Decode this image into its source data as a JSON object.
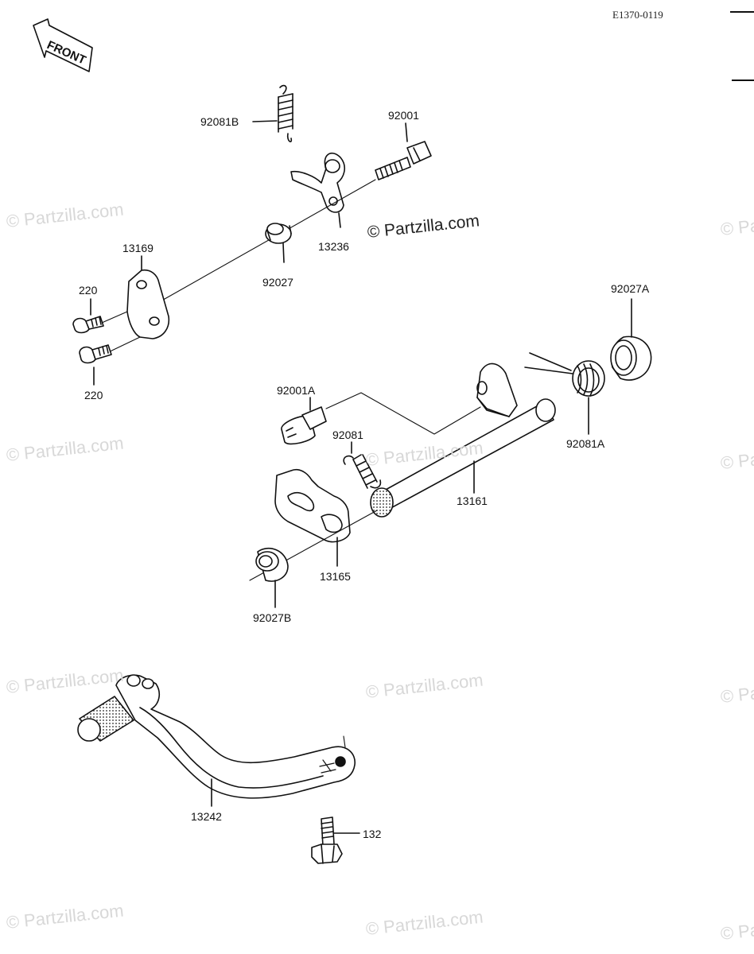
{
  "diagram": {
    "code": "E1370-0119",
    "front_label": "FRONT",
    "watermark_main": "© Partzilla.com",
    "watermark": "© Partzilla.com",
    "parts": {
      "p92081B": "92081B",
      "p92001": "92001",
      "p13236": "13236",
      "p92027": "92027",
      "p13169": "13169",
      "p220a": "220",
      "p220b": "220",
      "p92027A": "92027A",
      "p92001A": "92001A",
      "p92081": "92081",
      "p92081A": "92081A",
      "p13161": "13161",
      "p13165": "13165",
      "p92027B": "92027B",
      "p13242": "13242",
      "p132": "132"
    }
  }
}
